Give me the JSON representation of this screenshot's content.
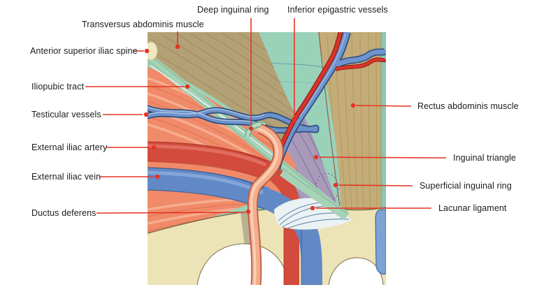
{
  "labels": {
    "transversus_abdominis": "Transversus abdominis muscle",
    "deep_inguinal_ring": "Deep inguinal ring",
    "inferior_epigastric_vessels": "Inferior epigastric vessels",
    "anterior_superior_iliac_spine": "Anterior superior iliac spine",
    "iliopubic_tract": "Iliopubic tract",
    "testicular_vessels": "Testicular vessels",
    "external_iliac_artery": "External iliac artery",
    "external_iliac_vein": "External iliac vein",
    "ductus_deferens": "Ductus deferens",
    "rectus_abdominis": "Rectus abdominis muscle",
    "inguinal_triangle": "Inguinal triangle",
    "superficial_inguinal_ring": "Superficial inguinal ring",
    "lacunar_ligament": "Lacunar ligament"
  },
  "palette": {
    "background": "#ffffff",
    "label_text": "#1b1b1b",
    "leader_line": "#e63322",
    "aponeurosis_teal": "#9ad2b9",
    "transversus_olive": "#b2a175",
    "rectus_tan": "#c4ac78",
    "inguinal_triangle_purple": "#a89bba",
    "iliopsoas_salmon": "#f08a68",
    "testicular_blue": "#6d92cb",
    "artery_red": "#d24b3c",
    "vein_blue": "#6189c6",
    "bone_cream": "#ece3b6",
    "ligament_band_green": "#a6d2b6",
    "lacunar_white": "#eaf2f4",
    "ductus_peach": "#f4ad8c",
    "epigastric_red": "#da352b",
    "epigastric_blue": "#6f94cd"
  }
}
